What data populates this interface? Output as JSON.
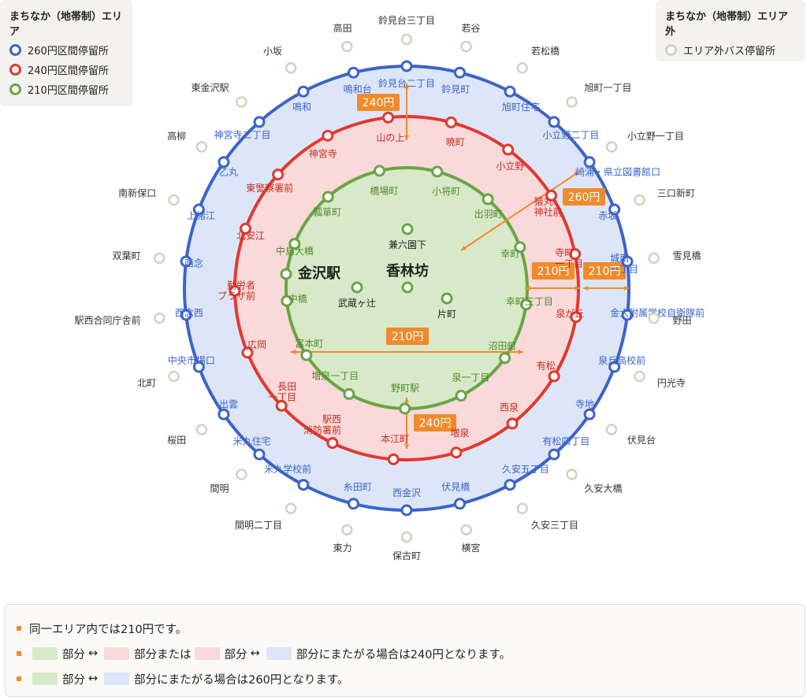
{
  "legend_left": {
    "title": "まちなか（地帯制）エリア",
    "items": [
      {
        "label": "260円区間停留所",
        "color": "#3c64c8"
      },
      {
        "label": "240円区間停留所",
        "color": "#e0392f"
      },
      {
        "label": "210円区間停留所",
        "color": "#6aa544"
      }
    ]
  },
  "legend_right": {
    "title": "まちなか（地帯制）エリア外",
    "items": [
      {
        "label": "エリア外バス停留所",
        "color": "#d8cfc3"
      }
    ]
  },
  "colors": {
    "blue": "#3c64c8",
    "red": "#e0392f",
    "green": "#6aa544",
    "outer": "#d8cfc3",
    "orange": "#f08a2b"
  },
  "fare_labels": {
    "f240_top": "240円",
    "f260": "260円",
    "f210_a": "210円",
    "f210_b": "210円",
    "f210_mid": "210円",
    "f240_bottom": "240円"
  },
  "center_stops": [
    {
      "name": "金沢駅",
      "big": true
    },
    {
      "name": "香林坊",
      "big": true
    },
    {
      "name": "兼六園下",
      "big": false
    },
    {
      "name": "武蔵ヶ辻",
      "big": false
    },
    {
      "name": "片町",
      "big": false
    }
  ],
  "green_stops": [
    "橋場町",
    "小将町",
    "出羽町",
    "幸町",
    "幸町三丁目",
    "沼田町",
    "泉一丁目",
    "野町駅",
    "増泉一丁目",
    "富本町",
    "中橋",
    "中島大橋",
    "瓢箪町"
  ],
  "red_stops": [
    "暁町",
    "小立野",
    "猿丸\n神社前",
    "寺町\n一丁目",
    "泉が丘",
    "有松",
    "西泉",
    "増泉",
    "本江町",
    "駅西\n消防署前",
    "長田\n一丁目",
    "広岡",
    "勤労者\nプラザ前",
    "北安江",
    "東警察署前",
    "神宮寺",
    "山の上"
  ],
  "blue_stops": [
    "鈴見台二丁目",
    "鈴見町",
    "旭町住宅",
    "小立野二丁目",
    "崎浦・県立図書館口",
    "赤坂",
    "城南\n一丁目",
    "金大附属学校自衛隊前",
    "泉丘高校前",
    "寺地",
    "有松四丁目",
    "久安五丁目",
    "伏見橋",
    "西金沢",
    "糸田町",
    "米丸学校前",
    "米丸住宅",
    "出雲",
    "中央市場口",
    "西念西",
    "西念",
    "上諸江",
    "乙丸",
    "神宮寺二丁目",
    "鳴和",
    "鳴和台"
  ],
  "outer_stops": [
    "鈴見台三丁目",
    "若谷",
    "若松橋",
    "旭町一丁目",
    "小立野一丁目",
    "三口新町",
    "雪見橋",
    "野田",
    "円光寺",
    "伏見台",
    "久安大橋",
    "久安三丁目",
    "横宮",
    "保古町",
    "東力",
    "間明二丁目",
    "間明",
    "桜田",
    "北町",
    "駅西合同庁舎前",
    "双葉町",
    "南新保口",
    "高柳",
    "東金沢駅",
    "小坂",
    "高田"
  ],
  "notes": {
    "n1": "同一エリア内では210円です。",
    "n2_a": "部分",
    "n2_b": "部分または",
    "n2_c": "部分",
    "n2_d": "部分にまたがる場合は240円となります。",
    "n3_a": "部分",
    "n3_b": "部分にまたがる場合は260円となります。",
    "arrow": "↔"
  }
}
